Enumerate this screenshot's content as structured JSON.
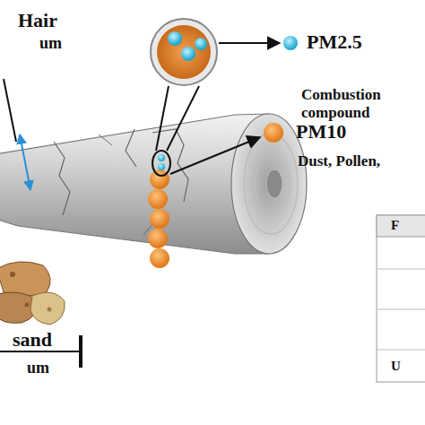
{
  "diagram": {
    "labels": [
      "Hair",
      "um",
      "PM2.5",
      "Combustion compound",
      "PM10",
      "Dust, Pollen,",
      "sand",
      "um",
      "F",
      "U"
    ]
  }
}
